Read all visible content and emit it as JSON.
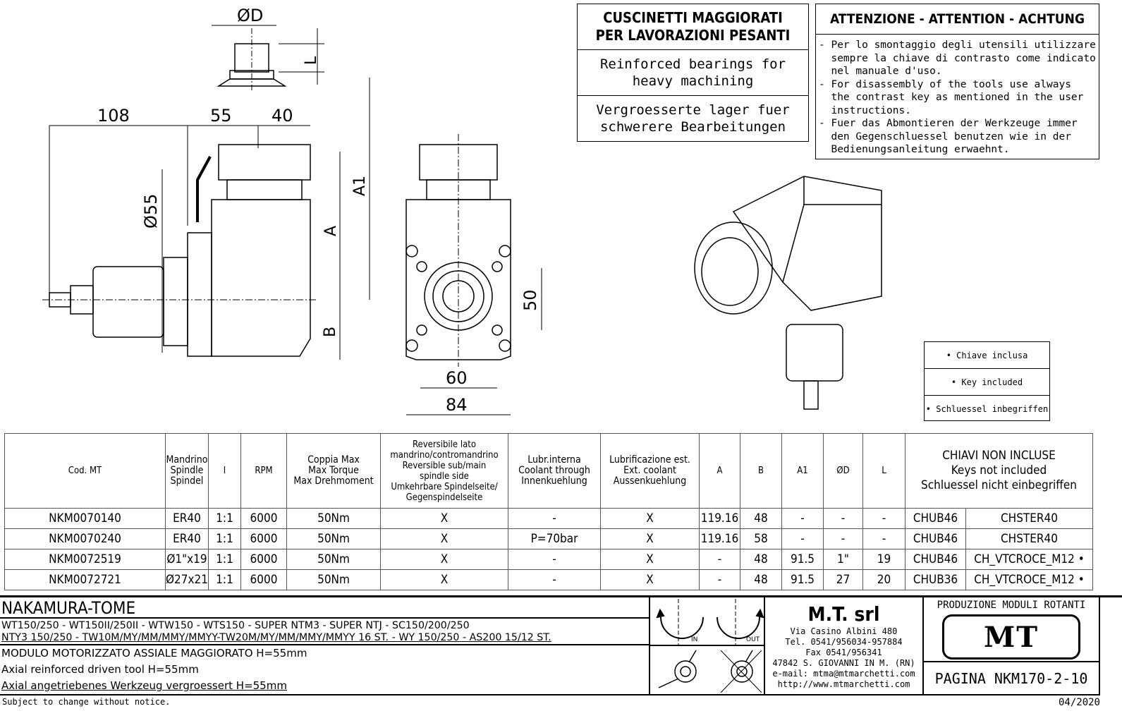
{
  "notice_box": {
    "title_line1": "CUSCINETTI MAGGIORATI",
    "title_line2": "PER LAVORAZIONI PESANTI",
    "en_line1": "Reinforced bearings for",
    "en_line2": "heavy machining",
    "de_line1": "Vergroesserte lager fuer",
    "de_line2": "schwerere Bearbeitungen"
  },
  "attention": {
    "title": "ATTENZIONE - ATTENTION - ACHTUNG",
    "lines": [
      "- Per lo smontaggio degli utensili utilizzare",
      "  sempre la chiave di contrasto come indicato",
      "  nel manuale d'uso.",
      "- For disassembly of the tools use always",
      "  the contrast key as mentioned in the user",
      "  instructions.",
      "- Fuer das Abmontieren der Werkzeuge immer",
      "  den Gegenschluessel benutzen wie in der",
      "  Bedienungsanleitung erwaehnt."
    ]
  },
  "key_box": [
    "• Chiave inclusa",
    "• Key included",
    "• Schluessel inbegriffen"
  ],
  "dims": {
    "d": "ØD",
    "l": "L",
    "w108": "108",
    "w55": "55",
    "w40": "40",
    "dia55": "Ø55",
    "a": "A",
    "a1": "A1",
    "b": "B",
    "h50": "50",
    "w60": "60",
    "w84": "84"
  },
  "table": {
    "headers": [
      "Cod. MT",
      "Mandrino\nSpindle\nSpindel",
      "I",
      "RPM",
      "Coppia Max\nMax Torque\nMax Drehmoment",
      "Reversibile lato\nmandrino/contromandrino\nReversible sub/main\nspindle side\nUmkehrbare Spindelseite/\nGegenspindelseite",
      "Lubr.interna\nCoolant through\nInnenkuehlung",
      "Lubrificazione est.\nExt. coolant\nAussenkuehlung",
      "A",
      "B",
      "A1",
      "ØD",
      "L",
      "CHIAVI NON INCLUSE\nKeys not included\nSchluessel nicht einbegriffen"
    ],
    "rows": [
      [
        "NKM0070140",
        "ER40",
        "1:1",
        "6000",
        "50Nm",
        "X",
        "-",
        "X",
        "119.16",
        "48",
        "-",
        "-",
        "-",
        "CHUB46",
        "CHSTER40"
      ],
      [
        "NKM0070240",
        "ER40",
        "1:1",
        "6000",
        "50Nm",
        "X",
        "P=70bar",
        "X",
        "119.16",
        "58",
        "-",
        "-",
        "-",
        "CHUB46",
        "CHSTER40"
      ],
      [
        "NKM0072519",
        "Ø1\"x19",
        "1:1",
        "6000",
        "50Nm",
        "X",
        "-",
        "X",
        "-",
        "48",
        "91.5",
        "1\"",
        "19",
        "CHUB46",
        "CH_VTCROCE_M12 •"
      ],
      [
        "NKM0072721",
        "Ø27x21",
        "1:1",
        "6000",
        "50Nm",
        "X",
        "-",
        "X",
        "-",
        "48",
        "91.5",
        "27",
        "20",
        "CHUB36",
        "CH_VTCROCE_M12 •"
      ]
    ]
  },
  "title_block": {
    "brand": "NAKAMURA-TOME",
    "models_line1": "WT150/250 - WT150II/250II - WTW150 - WTS150 - SUPER NTM3 - SUPER NTJ - SC150/200/250",
    "models_line2": "NTY3 150/250 - TW10M/MY/MM/MMY/MMYY-TW20M/MY/MM/MMY/MMYY 16 ST. - WY 150/250 - AS200 15/12 ST.",
    "desc_it": "MODULO MOTORIZZATO ASSIALE MAGGIORATO H=55mm",
    "desc_en": "Axial reinforced driven tool H=55mm",
    "desc_de": "Axial angetriebenes Werkzeug vergroessert H=55mm",
    "rot_in": "IN",
    "rot_out": "OUT",
    "company": "M.T. srl",
    "address": [
      "Via Casino Albini 480",
      "Tel. 0541/956034-957884",
      "Fax 0541/956341",
      "47842 S. GIOVANNI IN M. (RN)",
      "e-mail: mtma@mtmarchetti.com",
      "http://www.mtmarchetti.com"
    ],
    "production": "PRODUZIONE MODULI ROTANTI",
    "logo_text": "MT",
    "page": "PAGINA NKM170-2-10"
  },
  "footer": {
    "notice": "Subject to change without notice.",
    "date": "04/2020"
  }
}
